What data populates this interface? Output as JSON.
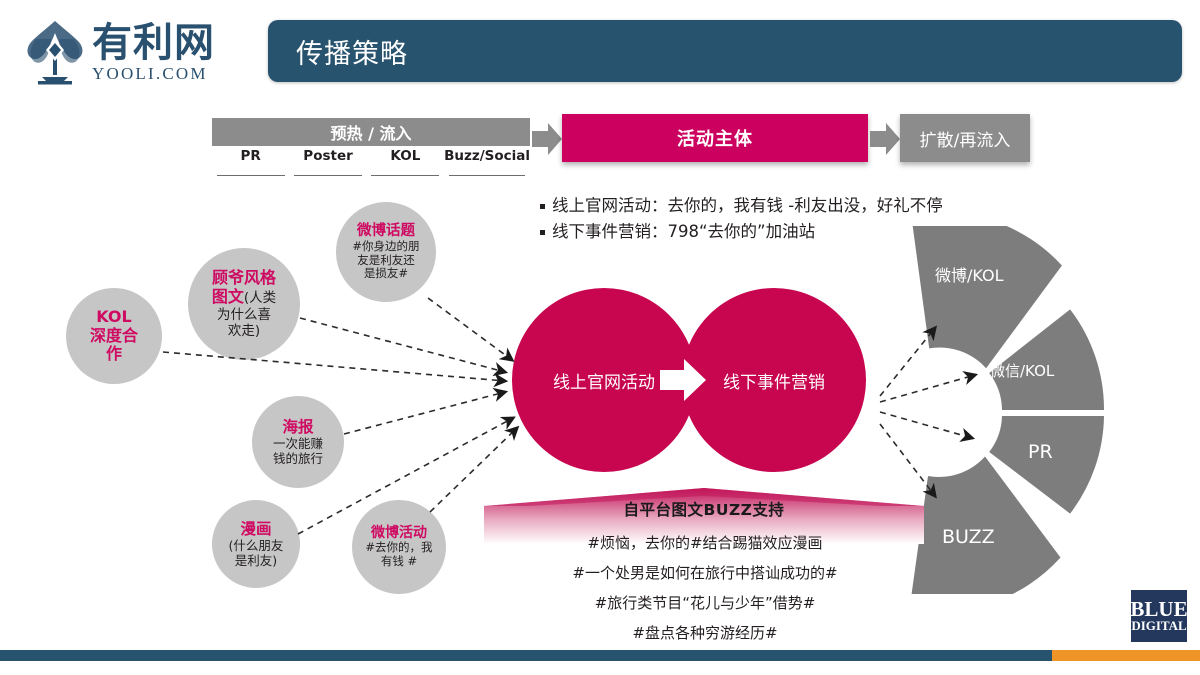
{
  "brand": {
    "logo_cn": "有利网",
    "logo_en": "YOOLI.COM",
    "logo_icon": "yooli-tree-emblem"
  },
  "header": {
    "title": "传播策略"
  },
  "flow": {
    "preheat_label": "预热 / 流入",
    "channels": [
      "PR",
      "Poster",
      "KOL",
      "Buzz/Social"
    ],
    "main_label": "活动主体",
    "spread_label": "扩散/再流入",
    "arrow1_icon": "right-arrow-icon",
    "arrow2_icon": "right-arrow-icon"
  },
  "bullets": [
    "线上官网活动：去你的，我有钱 -利友出没，好礼不停",
    "线下事件营销：798“去你的”加油站"
  ],
  "bubbles": [
    {
      "id": "kol",
      "head": "KOL\n深度合\n作",
      "head_lines": [
        "KOL",
        "深度合",
        "作"
      ],
      "body_lines": []
    },
    {
      "id": "gu",
      "head_lines": [
        "顾爷风格"
      ],
      "inline_head": "图文",
      "inline_tail": "(人类",
      "body_lines": [
        "为什么喜",
        "欢走)"
      ]
    },
    {
      "id": "weibo-topic",
      "head_lines": [
        "微博话题"
      ],
      "body_lines": [
        "#你身边的朋",
        "友是利友还",
        "是损友#"
      ]
    },
    {
      "id": "poster",
      "head_lines": [
        "海报"
      ],
      "body_lines": [
        "一次能赚",
        "钱的旅行"
      ]
    },
    {
      "id": "manhua",
      "head_lines": [
        "漫画"
      ],
      "body_lines": [
        "(什么朋友",
        "是利友)"
      ]
    },
    {
      "id": "weibo-act",
      "head_lines": [
        "微博活动"
      ],
      "body_lines": [
        "#去你的，我",
        "有钱 #"
      ]
    }
  ],
  "core": {
    "left_label": "线上官网活动",
    "right_label": "线下事件营销",
    "arrow_icon": "right-arrow-icon"
  },
  "fan": {
    "segments": [
      {
        "label": "微博/KOL"
      },
      {
        "label": "微信/KOL"
      },
      {
        "label": "PR"
      },
      {
        "label": "BUZZ"
      }
    ]
  },
  "banner": {
    "title": "自平台图文BUZZ支持",
    "hashtags": [
      "#烦恼，去你的#结合踢猫效应漫画",
      "#一个处男是如何在旅行中搭讪成功的#",
      "#旅行类节目“花儿与少年”借势#",
      "#盘点各种穷游经历#"
    ]
  },
  "footer": {
    "agency_line1": "BLUE",
    "agency_line2": "DIGITAL"
  },
  "colors": {
    "navy": "#27536f",
    "magenta": "#cc005f",
    "crimson": "#c8054f",
    "gray": "#8c8c8c",
    "bubble_gray": "#c6c6c6",
    "orange": "#ef9426",
    "agency_navy": "#24385e"
  }
}
